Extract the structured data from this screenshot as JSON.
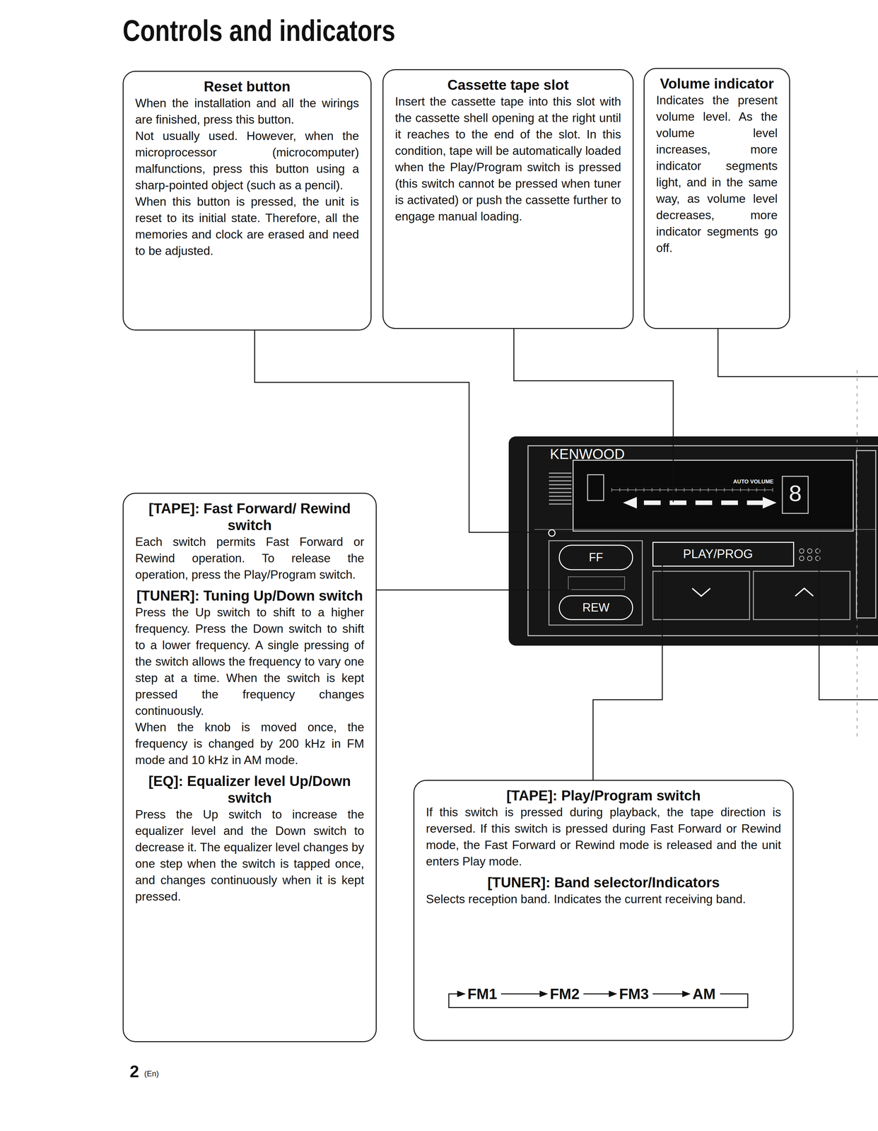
{
  "diagram": {
    "title": "Controls and indicators",
    "nodes": [
      {
        "text": [
          "Reset button",
          "When the installation and all the wirings are finished, press this button.",
          "Not usually used. However, when the microprocessor (microcomputer) malfunctions, press this button using a sharp-pointed object (such as a pencil).",
          "When this button is pressed, the unit is reset to its initial state. Therefore, all the memories and clock are erased and need to be adjusted."
        ]
      },
      {
        "text": [
          "Cassette tape slot",
          "Insert the cassette tape into this slot with the cassette shell opening at the right until it reaches to the end of the slot. In this condition, tape will be automatically loaded when the Play/Program switch is pressed (this switch cannot be pressed when tuner is activated) or push the cassette further to engage manual loading."
        ]
      },
      {
        "text": [
          "Volume indicator",
          "Indicates the present volume level. As the volume level increases, more indicator segments light, and in the same way, as volume level decreases, more indicator segments go off."
        ]
      },
      {
        "text": [
          "[TAPE]: Fast Forward/ Rewind switch",
          "Each switch permits Fast Forward or Rewind operation. To release the operation, press the Play/Program switch.",
          "[TUNER]: Tuning Up/Down switch",
          "Press the Up switch to shift to a higher frequency. Press the Down switch to shift to a lower frequency. A single pressing of the switch allows the frequency to vary one step at a time. When the switch is kept pressed the frequency changes continuously.",
          "When the knob is moved once, the frequency is changed by 200 kHz in FM mode and 10 kHz in AM mode.",
          "[EQ]: Equalizer level Up/Down switch",
          "Press the Up switch to increase the equalizer level and the Down switch to decrease it. The equalizer level changes by one step when the switch is tapped once, and changes continuously when it is kept pressed."
        ]
      },
      {
        "text": [
          "[TAPE]: Play/Program switch",
          "If this switch is pressed during playback, the tape direction is reversed. If this switch is pressed during Fast Forward or Rewind mode, the Fast Forward or Rewind mode is released and the unit enters Play mode.",
          "[TUNER]: Band selector/Indicators",
          "Selects reception band. Indicates the current receiving band."
        ]
      }
    ],
    "labels": [
      "2",
      "(En)",
      "KENWOOD",
      "AUTO VOLUME",
      "8",
      "FF",
      "REW",
      "PLAY/PROG",
      "FM1",
      "FM2",
      "FM3",
      "AM"
    ]
  }
}
